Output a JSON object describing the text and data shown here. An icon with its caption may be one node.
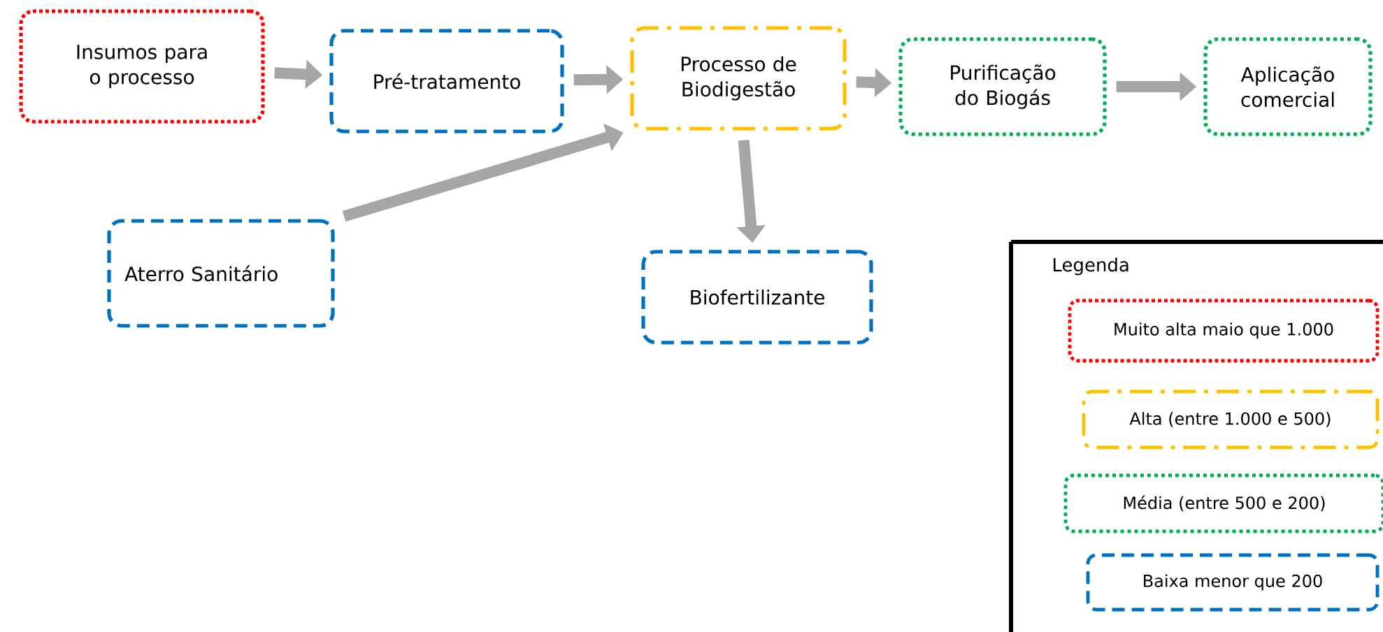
{
  "diagram": {
    "nodes": [
      {
        "text": [
          "Insumos para o processo"
        ]
      },
      {
        "text": [
          "Pré-tratamento"
        ]
      },
      {
        "text": [
          "Processo de Biodigestão"
        ]
      },
      {
        "text": [
          "Purificação do Biogás"
        ]
      },
      {
        "text": [
          "Aplicação comercial"
        ]
      },
      {
        "text": [
          "Aterro Sanitário"
        ]
      },
      {
        "text": [
          "Biofertilizante"
        ]
      }
    ],
    "edges": [
      {
        "from": 0,
        "to": 1,
        "arrow": "to"
      },
      {
        "from": 1,
        "to": 2,
        "arrow": "to"
      },
      {
        "from": 2,
        "to": 3,
        "arrow": "to"
      },
      {
        "from": 3,
        "to": 4,
        "arrow": "to"
      },
      {
        "from": 5,
        "to": 2,
        "arrow": "to"
      },
      {
        "from": 2,
        "to": 6,
        "arrow": "to"
      }
    ],
    "labels": [
      "Legenda"
    ],
    "legend": [
      {
        "text": "Muito alta maio que 1.000"
      },
      {
        "text": "Alta (entre 1.000 e 500)"
      },
      {
        "text": "Média (entre 500 e 200)"
      },
      {
        "text": "Baixa menor que 200"
      }
    ]
  }
}
